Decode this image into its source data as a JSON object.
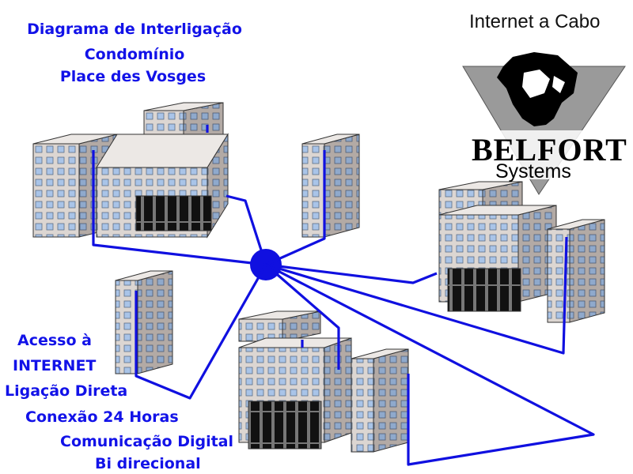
{
  "title_lines": [
    "Diagrama de Interligação",
    "Condomínio",
    "Place des Vosges"
  ],
  "top_right_title": "Internet a Cabo",
  "brand": {
    "name": "BELFORT",
    "tagline": "Systems"
  },
  "features": [
    "Acesso à",
    "INTERNET",
    "Ligação Direta",
    "Conexão 24 Horas",
    "Comunicação Digital",
    "Bi direcional"
  ],
  "colors": {
    "cable": "#1010e0",
    "text": "#1212e8",
    "building_face": "#d9d3cf",
    "building_side": "#a99f9a",
    "window": "#a9c4e8"
  }
}
